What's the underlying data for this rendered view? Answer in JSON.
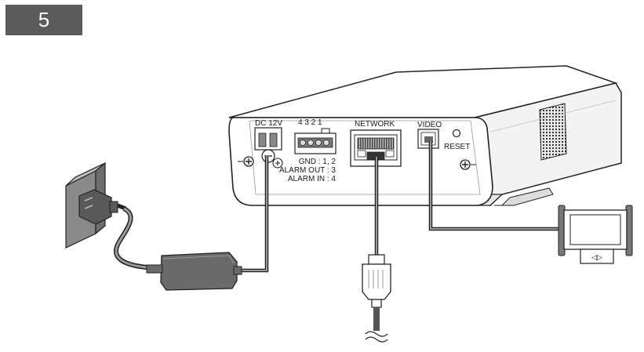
{
  "step_number": "5",
  "ports": {
    "dc": "DC 12V",
    "alarm_pins": "4  3  2  1",
    "network": "NETWORK",
    "video": "VIDEO",
    "reset": "RESET"
  },
  "pin_legend": {
    "gnd": "GND : 1, 2",
    "alarm_out": "ALARM OUT : 3",
    "alarm_in": "ALARM IN : 4"
  },
  "monitor_controls": "◁▷"
}
